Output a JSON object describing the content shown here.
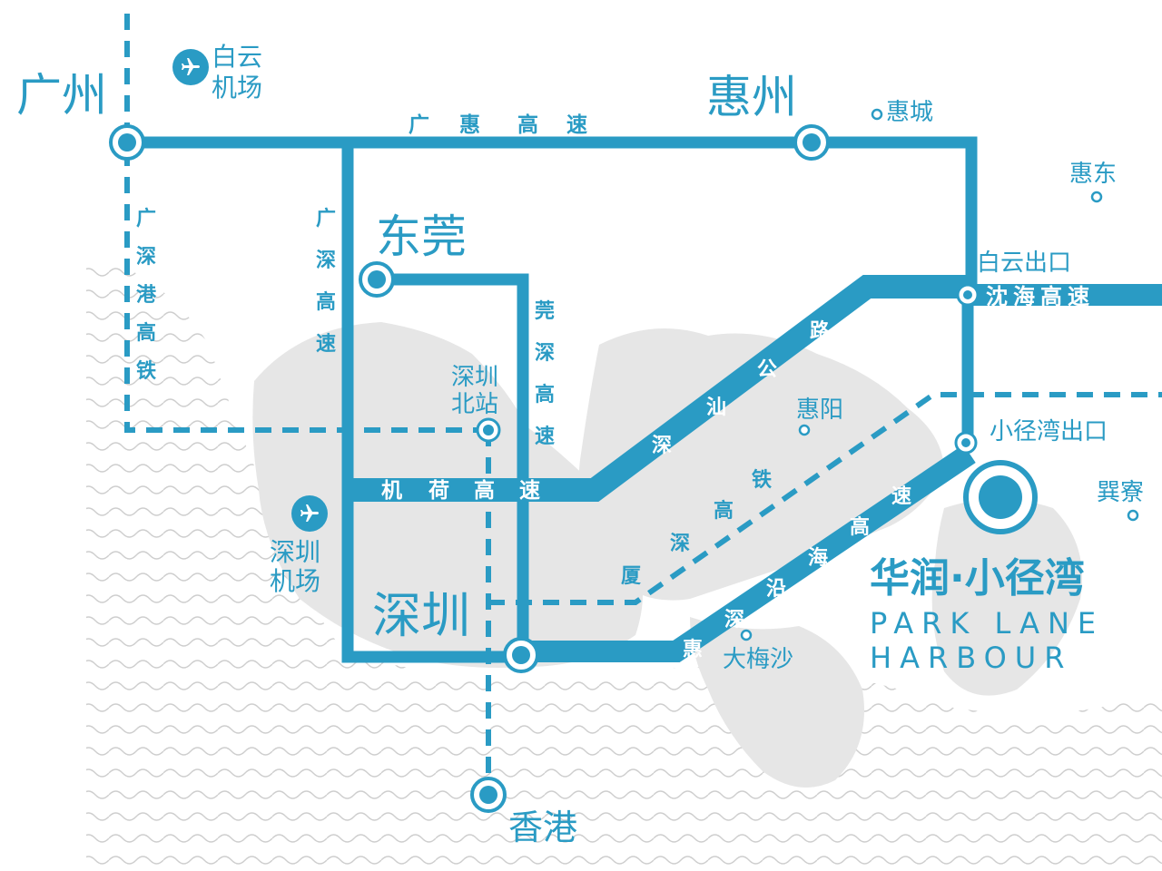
{
  "colors": {
    "route": "#2a9bc4",
    "city_text": "#2a9bc4",
    "label_text": "#2a9bc4",
    "land": "#e6e6e6",
    "wave": "#bdbdbd",
    "background": "#ffffff"
  },
  "cities": {
    "guangzhou": "广州",
    "huizhou": "惠州",
    "dongguan": "东莞",
    "shenzhen": "深圳",
    "hongkong": "香港"
  },
  "places": {
    "baiyun_airport_l1": "白云",
    "baiyun_airport_l2": "机场",
    "shenzhen_airport_l1": "深圳",
    "shenzhen_airport_l2": "机场",
    "shenzhen_north_l1": "深圳",
    "shenzhen_north_l2": "北站",
    "huicheng": "惠城",
    "huidong": "惠东",
    "huiyang": "惠阳",
    "xunliao": "巽寮",
    "dameisha": "大梅沙",
    "baiyun_exit": "白云出口",
    "xiaojingwan_exit": "小径湾出口"
  },
  "roads": {
    "guanghui": [
      "广",
      "惠",
      "高",
      "速"
    ],
    "guangshen_rail": [
      "广",
      "深",
      "港",
      "高",
      "铁"
    ],
    "guangshen_hwy": [
      "广",
      "深",
      "高",
      "速"
    ],
    "guanshen": [
      "莞",
      "深",
      "高",
      "速"
    ],
    "jihe": [
      "机",
      "荷",
      "高",
      "速"
    ],
    "shenshan": [
      "深",
      "汕",
      "公",
      "路"
    ],
    "xiashen_rail": [
      "厦",
      "深",
      "高",
      "铁"
    ],
    "huishen": [
      "惠",
      "深",
      "沿",
      "海",
      "高",
      "速"
    ],
    "shenhai": "沈海高速"
  },
  "project": {
    "name_cn": "华润·小径湾",
    "name_en_l1": "PARK LANE",
    "name_en_l2": "HARBOUR"
  },
  "icons": {
    "airport": "airplane-icon",
    "station": "station-ring-icon",
    "place": "place-dot-icon",
    "project": "project-marker-icon"
  }
}
